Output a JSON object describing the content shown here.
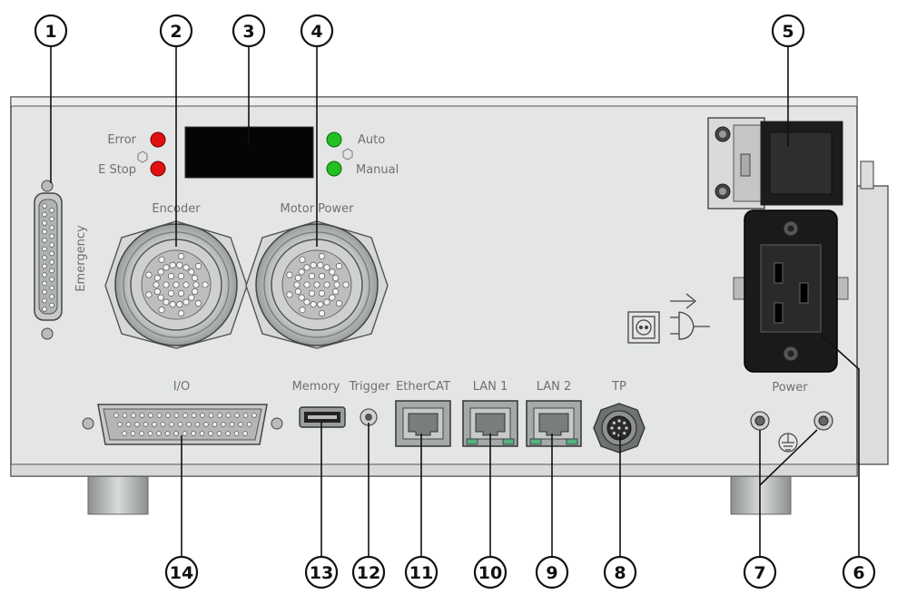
{
  "labels": {
    "error": "Error",
    "estop": "E Stop",
    "auto": "Auto",
    "manual": "Manual",
    "encoder": "Encoder",
    "motor_power": "Motor Power",
    "emergency": "Emergency",
    "io": "I/O",
    "memory": "Memory",
    "trigger": "Trigger",
    "ethercat": "EtherCAT",
    "lan1": "LAN 1",
    "lan2": "LAN 2",
    "tp": "TP",
    "power": "Power"
  },
  "callouts": [
    "1",
    "2",
    "3",
    "4",
    "5",
    "6",
    "7",
    "8",
    "9",
    "10",
    "11",
    "12",
    "13",
    "14"
  ],
  "colors": {
    "panel": "#e4e6e6",
    "led_red": "#e01010",
    "led_green": "#22c022",
    "display": "#050505",
    "inlet": "#1a1a1a",
    "port_green": "#58b080"
  }
}
